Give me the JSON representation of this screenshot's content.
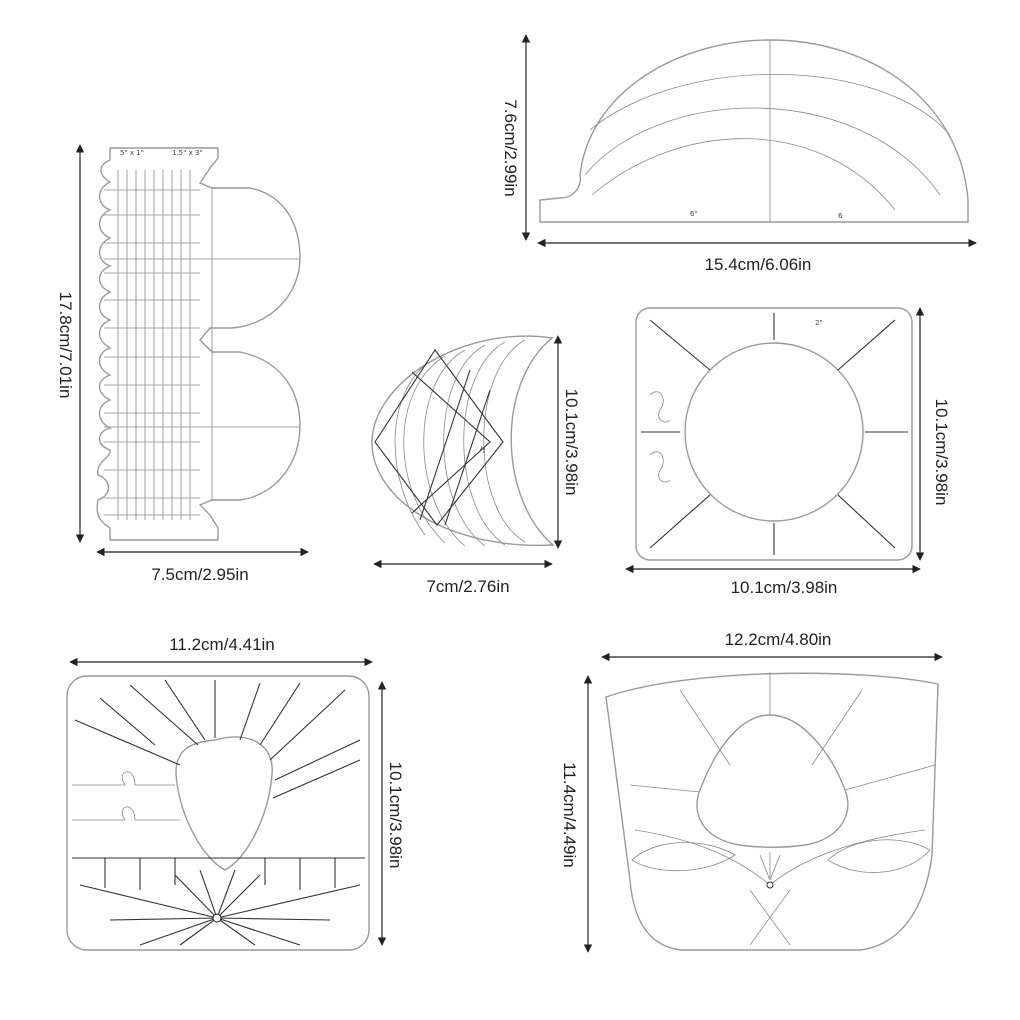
{
  "colors": {
    "outline": "#9a9a9a",
    "dimension_line": "#222222",
    "background": "#ffffff"
  },
  "templates": [
    {
      "id": "long-double-arc",
      "labels": [
        "5\" x 1\"",
        "1.5\" x 3\""
      ],
      "width": "7.5cm/2.95in",
      "height": "17.8cm/7.01in"
    },
    {
      "id": "half-circle-arc",
      "labels": [
        "6\"",
        "6"
      ],
      "width": "15.4cm/6.06in",
      "height": "7.6cm/2.99in"
    },
    {
      "id": "crescent",
      "labels": [
        "4\""
      ],
      "width": "7cm/2.76in",
      "height": "10.1cm/3.98in"
    },
    {
      "id": "square-circle",
      "labels": [
        "2\""
      ],
      "width": "10.1cm/3.98in",
      "height": "10.1cm/3.98in"
    },
    {
      "id": "square-teardrop",
      "labels": [],
      "width": "11.2cm/4.41in",
      "height": "10.1cm/3.98in"
    },
    {
      "id": "fan-teardrop",
      "labels": [],
      "width": "12.2cm/4.80in",
      "height": "11.4cm/4.49in"
    }
  ]
}
